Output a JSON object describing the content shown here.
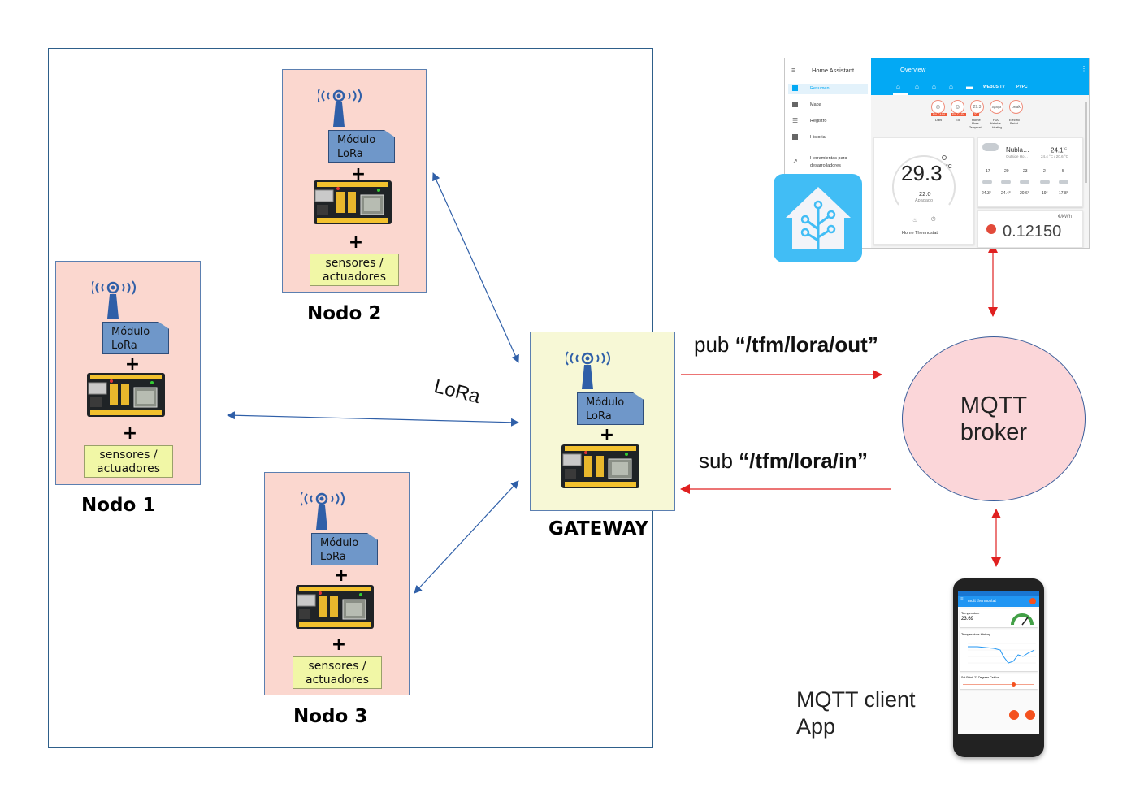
{
  "nodes": [
    {
      "module_line1": "Módulo",
      "module_line2": "LoRa",
      "plus": "+",
      "sensors_line1": "sensores /",
      "sensors_line2": "actuadores",
      "label": "Nodo 1"
    },
    {
      "module_line1": "Módulo",
      "module_line2": "LoRa",
      "plus": "+",
      "sensors_line1": "sensores /",
      "sensors_line2": "actuadores",
      "label": "Nodo 2"
    },
    {
      "module_line1": "Módulo",
      "module_line2": "LoRa",
      "plus": "+",
      "sensors_line1": "sensores /",
      "sensors_line2": "actuadores",
      "label": "Nodo 3"
    }
  ],
  "gateway": {
    "module_line1": "Módulo",
    "module_line2": "LoRa",
    "plus": "+",
    "label": "GATEWAY"
  },
  "link_label": "LoRa",
  "pub": {
    "prefix": "pub ",
    "topic": "“/tfm/lora/out”"
  },
  "sub": {
    "prefix": "sub ",
    "topic": "“/tfm/lora/in”"
  },
  "broker": {
    "line1": "MQTT",
    "line2": "broker"
  },
  "client": {
    "line1": "MQTT client",
    "line2": "App"
  },
  "home_assistant": {
    "app_title": "Home Assistant",
    "overview": "Overview",
    "tabs": [
      "WEBOS TV",
      "PVPC"
    ],
    "menu": [
      "Resumen",
      "Mapa",
      "Registro",
      "Historial",
      "Herramientas para",
      "desarrolladores"
    ],
    "badges": [
      {
        "value": "",
        "tag": "EN CASA",
        "name": "Dani"
      },
      {
        "value": "",
        "tag": "EN CASA",
        "name": "Edi"
      },
      {
        "value": "29.3",
        "tag": "°C",
        "name": "Home"
      },
      {
        "value": "Apaga",
        "tag": "",
        "name": "FDU"
      },
      {
        "value": "peak",
        "tag": "",
        "name": "Electric"
      }
    ],
    "badge_sub": [
      "Mase",
      "WaterHe..",
      "Period"
    ],
    "badge_sub2": [
      "Temperat...",
      "Heating"
    ],
    "thermostat": {
      "value": "29.3",
      "unit": "°C",
      "target": "22.0",
      "state": "Apagado",
      "name": "Home Thermostat"
    },
    "weather": {
      "cond": "Nubla…",
      "loc": "Outside Ho…",
      "temp": "24.1",
      "unit": "°C",
      "range": "24.4 °C / 20.6 °C",
      "hours": [
        "17",
        "20",
        "23",
        "2",
        "5"
      ],
      "temps": [
        "24.3°",
        "24.4°",
        "20.6°",
        "19°",
        "17.8°"
      ]
    },
    "price": {
      "unit": "€/kWh",
      "value": "0.12150"
    }
  },
  "phone": {
    "app_title": "mqtt thermostat",
    "temp_label": "Temperature",
    "temp_value": "23.69",
    "history_label": "Temperature History",
    "setpoint_label": "Set Point: 23 Degrees Celsius"
  },
  "colors": {
    "mqtt_arrow": "#e02020",
    "lora_arrow": "#2f5fa8",
    "node_fill": "#fbd7cf",
    "gateway_fill": "#f7f8d6",
    "ha_blue": "#03a9f4"
  }
}
